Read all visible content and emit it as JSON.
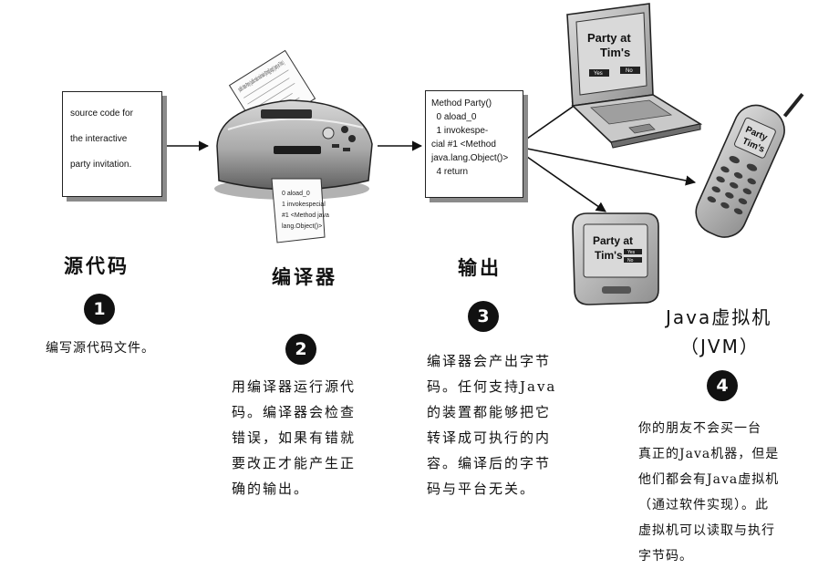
{
  "source_box": {
    "lines": [
      "source code for",
      "the interactive",
      "party invitation."
    ]
  },
  "compiler_paper": {
    "input_text": "public class Party { public static void main (String[] args) { party at Tim's }",
    "output_lines": [
      "0 aload_0",
      "1 invokespecial",
      "#1 <Method java",
      "lang.Object()>"
    ]
  },
  "output_box": {
    "lines": [
      "Method Party()",
      "  0 aload_0",
      "",
      "  1 invokespe-",
      "cial #1 <Method",
      "java.lang.Object()>",
      "",
      "  4 return"
    ]
  },
  "stages": {
    "source": {
      "title": "源代码",
      "badge": "1",
      "desc_lines": [
        "编写源代码文件。"
      ]
    },
    "compiler": {
      "title": "编译器",
      "badge": "2",
      "desc_lines": [
        "用编译器运行源代",
        "码。编译器会检查",
        "错误，如果有错就",
        "要改正才能产生正",
        "确的输出。"
      ]
    },
    "output": {
      "title": "输出",
      "badge": "3",
      "desc_lines": [
        "编译器会产出字节",
        "码。任何支持Java",
        "的装置都能够把它",
        "转译成可执行的内",
        "容。编译后的字节",
        "码与平台无关。"
      ]
    },
    "jvm": {
      "title_line1": "Java虚拟机",
      "title_line2": "（JVM）",
      "badge": "4",
      "desc_lines": [
        "你的朋友不会买一台",
        "真正的Java机器，但是",
        "他们都会有Java虚拟机",
        "（通过软件实现）。此",
        "虚拟机可以读取与执行",
        "字节码。"
      ]
    }
  },
  "devices": {
    "laptop_screen": [
      "Party at",
      "Tim's"
    ],
    "laptop_buttons": [
      "Yes",
      "No"
    ],
    "phone_screen": [
      "Party",
      "Tim's"
    ],
    "pda_screen": [
      "Party at",
      "Tim's"
    ],
    "pda_buttons": [
      "Yes",
      "No"
    ]
  },
  "colors": {
    "ink": "#111111",
    "device_gray": "#b5b5b5",
    "screen_gray": "#d9d9d9"
  }
}
